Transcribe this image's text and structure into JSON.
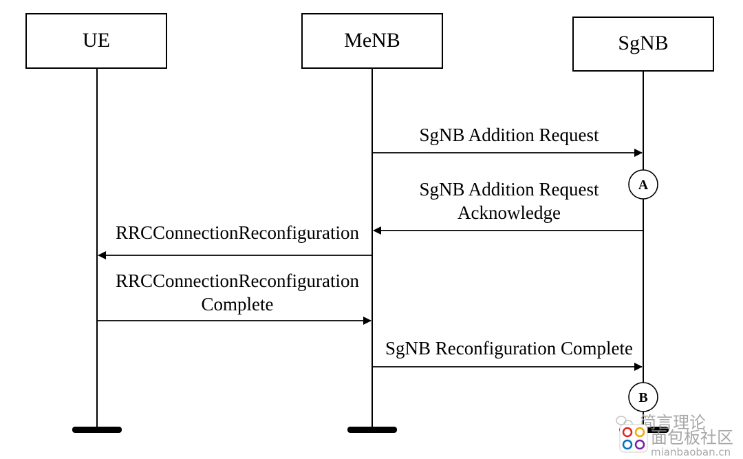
{
  "entities": {
    "ue": "UE",
    "menb": "MeNB",
    "sgnb": "SgNB"
  },
  "messages": {
    "m1": "SgNB Addition Request",
    "m2_line1": "SgNB Addition Request",
    "m2_line2": "Acknowledge",
    "m3": "RRCConnectionReconfiguration",
    "m4_line1": "RRCConnectionReconfiguration",
    "m4_line2": "Complete",
    "m5": "SgNB Reconfiguration Complete"
  },
  "markers": {
    "a": "A",
    "b": "B"
  },
  "watermark": {
    "title": "简言理论",
    "subtitle": "mianbaoban.cn",
    "logo_text": "面包板社区"
  }
}
